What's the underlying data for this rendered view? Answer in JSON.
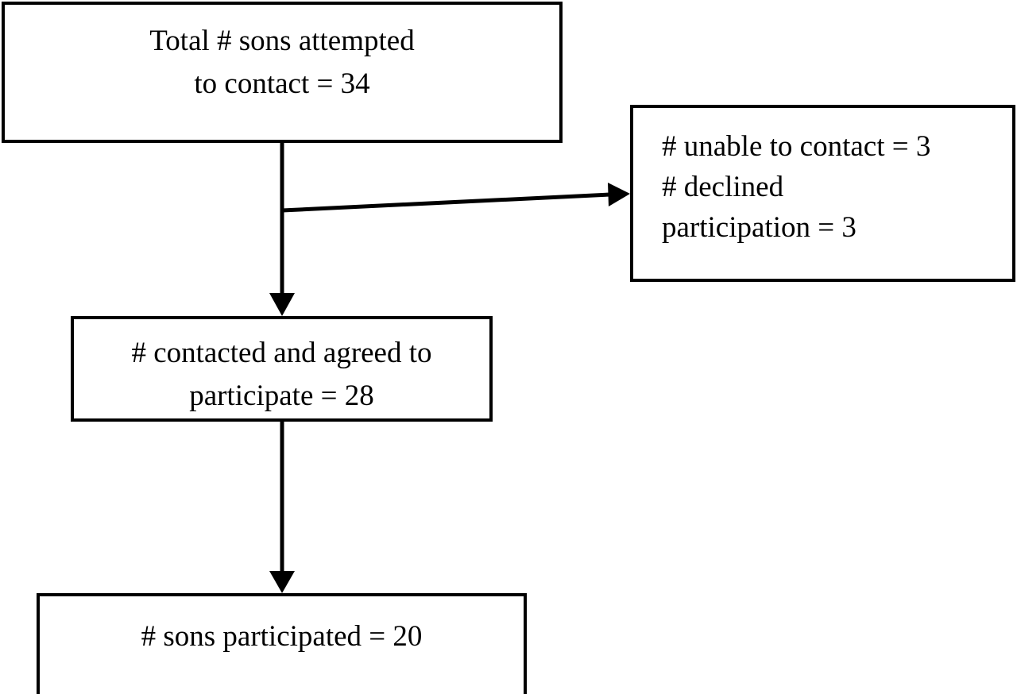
{
  "diagram": {
    "nodes": {
      "total": {
        "lines": [
          "Total # sons attempted",
          "to contact = 34"
        ]
      },
      "excluded": {
        "lines": [
          "# unable to contact = 3",
          "# declined",
          "participation = 3"
        ]
      },
      "agreed": {
        "lines": [
          "# contacted and agreed to",
          "participate = 28"
        ]
      },
      "participated": {
        "lines": [
          "# sons participated = 20"
        ]
      }
    },
    "edges": [
      {
        "from": "total",
        "to": "agreed"
      },
      {
        "from": "total",
        "to": "excluded"
      },
      {
        "from": "agreed",
        "to": "participated"
      }
    ],
    "colors": {
      "stroke": "#000000",
      "background": "#ffffff"
    }
  }
}
